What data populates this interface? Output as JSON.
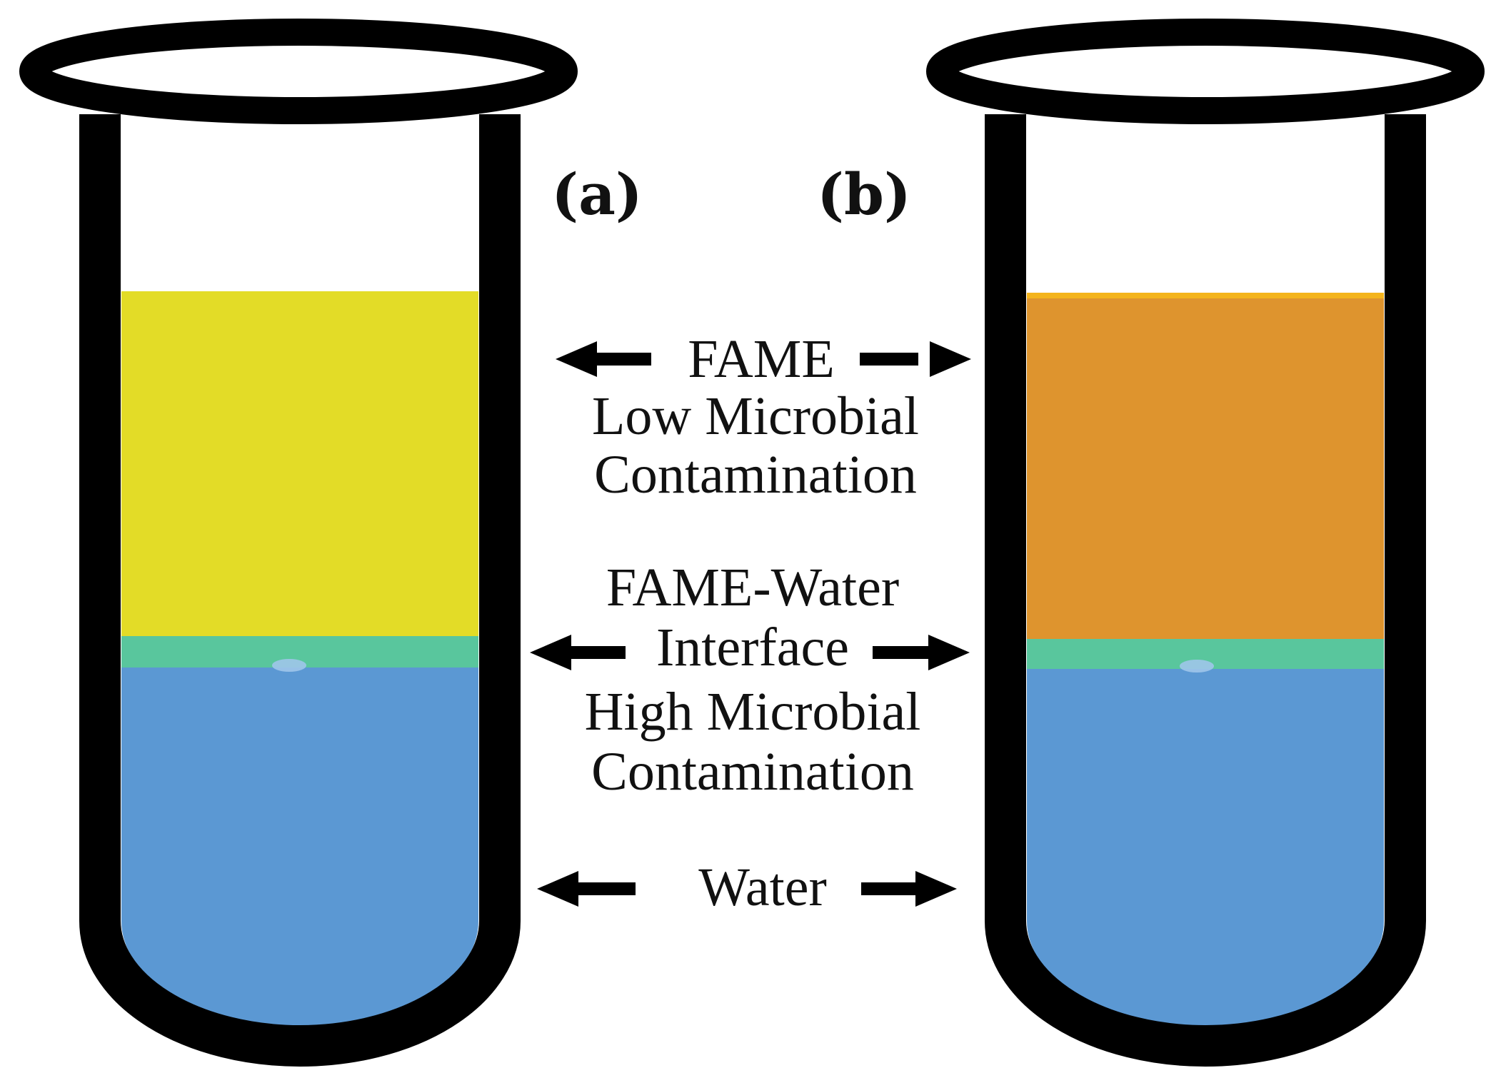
{
  "panels": [
    {
      "label": "(a)",
      "fame_color": "#e3dc27"
    },
    {
      "label": "(b)",
      "fame_color": "#de942e"
    }
  ],
  "layers": {
    "fame": "FAME",
    "fame_note_line1": "Low Microbial",
    "fame_note_line2": "Contamination",
    "interface_line1": "FAME-Water",
    "interface_line2": "Interface",
    "interface_note_line1": "High Microbial",
    "interface_note_line2": "Contamination",
    "water": "Water"
  },
  "colors": {
    "interface": "#59c69d",
    "water": "#5b98d3",
    "tube_outline": "#000000"
  }
}
